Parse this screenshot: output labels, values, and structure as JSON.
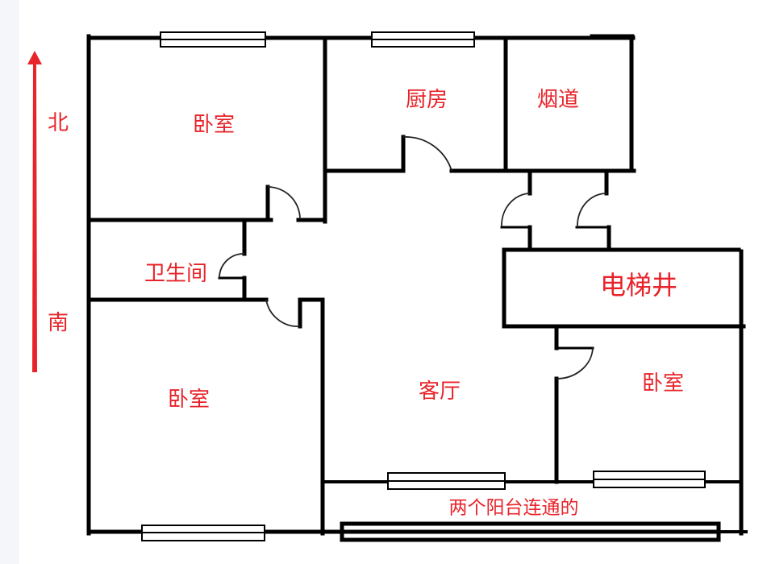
{
  "compass": {
    "north_label": "北",
    "south_label": "南",
    "arrow_color": "#e8232a"
  },
  "rooms": {
    "bedroom_nw": "卧室",
    "kitchen": "厨房",
    "flue": "烟道",
    "bathroom": "卫生间",
    "elevator_shaft": "电梯井",
    "living_room": "客厅",
    "bedroom_sw": "卧室",
    "bedroom_se": "卧室",
    "balcony_note": "两个阳台连通的"
  },
  "colors": {
    "label": "#e8232a",
    "wall": "#000000",
    "background": "#ffffff"
  }
}
